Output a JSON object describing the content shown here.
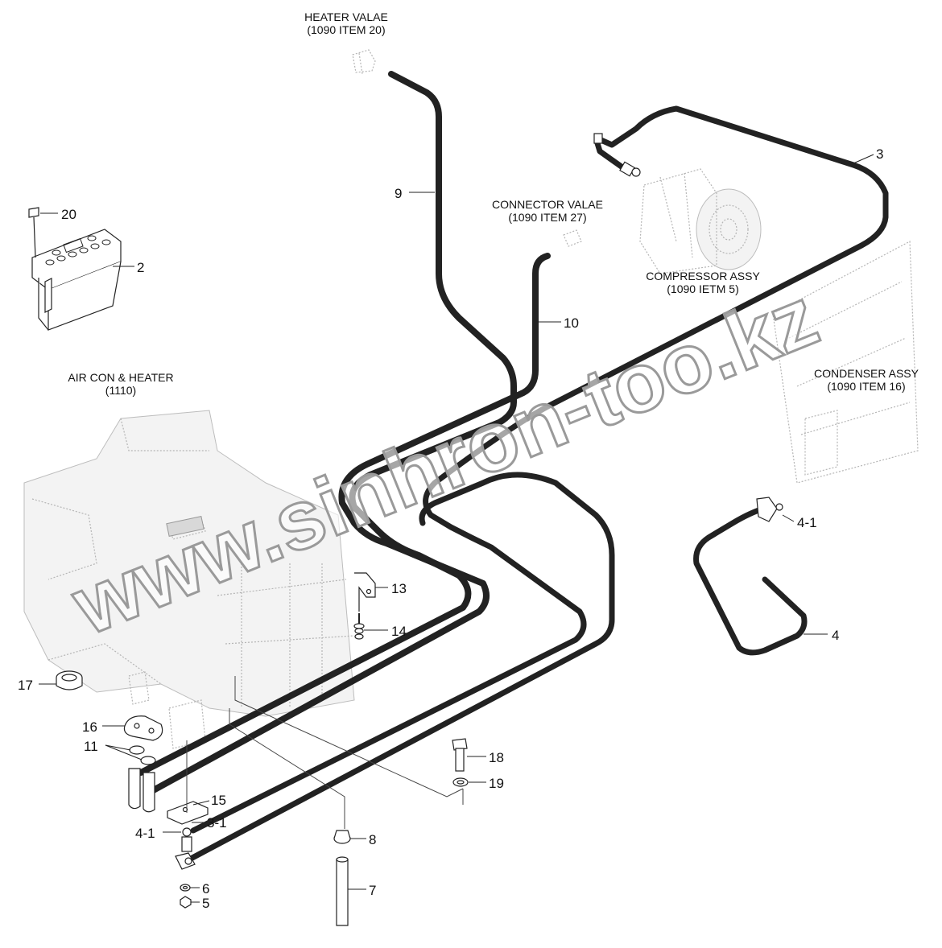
{
  "assemblies": {
    "heater_valve": {
      "line1": "HEATER VALAE",
      "line2": "(1090 ITEM 20)"
    },
    "connector_valve": {
      "line1": "CONNECTOR VALAE",
      "line2": "(1090 ITEM 27)"
    },
    "compressor": {
      "line1": "COMPRESSOR ASSY",
      "line2": "(1090 IETM 5)"
    },
    "condenser": {
      "line1": "CONDENSER ASSY",
      "line2": "(1090 ITEM 16)"
    },
    "air_con_heater": {
      "line1": "AIR CON & HEATER",
      "line2": "(1110)"
    }
  },
  "callouts": {
    "c2": "2",
    "c3": "3",
    "c3_1": "3-1",
    "c4": "4",
    "c4_1_right": "4-1",
    "c4_1_left": "4-1",
    "c5": "5",
    "c6": "6",
    "c7": "7",
    "c8": "8",
    "c9": "9",
    "c10": "10",
    "c11": "11",
    "c13": "13",
    "c14": "14",
    "c15": "15",
    "c16": "16",
    "c17": "17",
    "c18": "18",
    "c19": "19",
    "c20": "20"
  },
  "watermark": "www.sinhron-too.kz",
  "colors": {
    "line": "#222222",
    "ghost": "#b5b5b5",
    "watermark_stroke": "#9a9a9a"
  }
}
